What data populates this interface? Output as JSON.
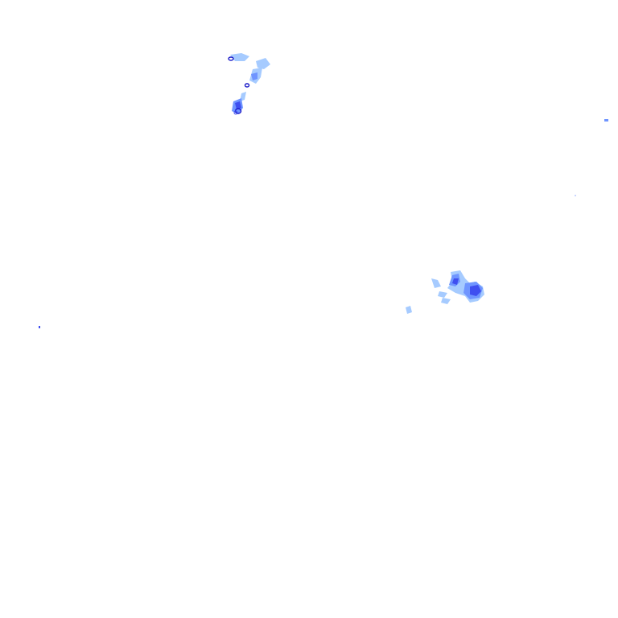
{
  "map": {
    "background_color": "#ffffff",
    "palette": {
      "light": "#a6cbff",
      "medium": "#6f95ff",
      "strong": "#3f4ff0",
      "intense": "#1a1ac8"
    },
    "echo_regions": [
      {
        "name": "northern-echo-band",
        "intensities": [
          "light",
          "medium",
          "strong",
          "intense"
        ]
      },
      {
        "name": "central-east-echo-cluster",
        "intensities": [
          "light",
          "medium",
          "strong"
        ]
      },
      {
        "name": "far-east-echo-speck",
        "intensities": [
          "medium"
        ]
      },
      {
        "name": "far-west-echo-speck",
        "intensities": [
          "strong"
        ]
      }
    ]
  }
}
